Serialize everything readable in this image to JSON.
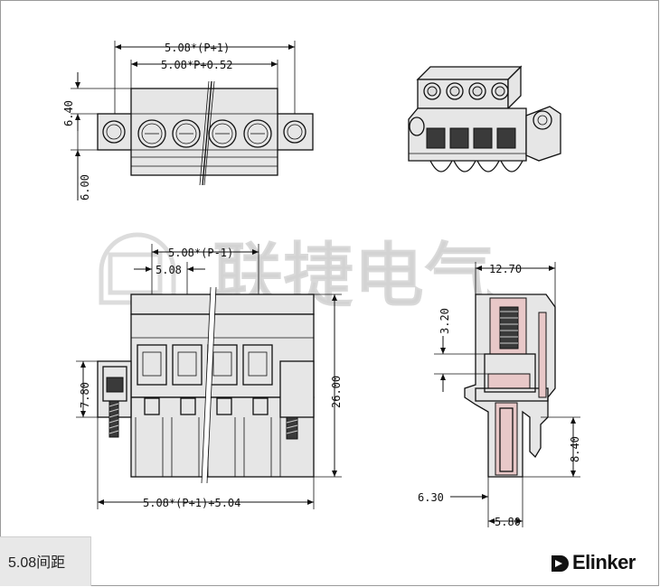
{
  "drawing": {
    "top_view": {
      "dim_total": "5.08*(P+1)",
      "dim_body": "5.08*P+0.52",
      "dim_height": "6.40",
      "dim_flange": "6.00"
    },
    "front_view": {
      "dim_pitch_minus": "5.08*(P-1)",
      "dim_pitch": "5.08",
      "dim_height": "26.00",
      "dim_side": "7.80",
      "dim_bottom": "5.08*(P+1)+5.04"
    },
    "side_view": {
      "dim_width": "12.70",
      "dim_3_20": "3.20",
      "dim_8_40": "8.40",
      "dim_6_30": "6.30",
      "dim_5_80": "5.80"
    }
  },
  "watermark": "联捷电气",
  "caption": "5.08间距",
  "brand": {
    "name": "Elinker"
  }
}
